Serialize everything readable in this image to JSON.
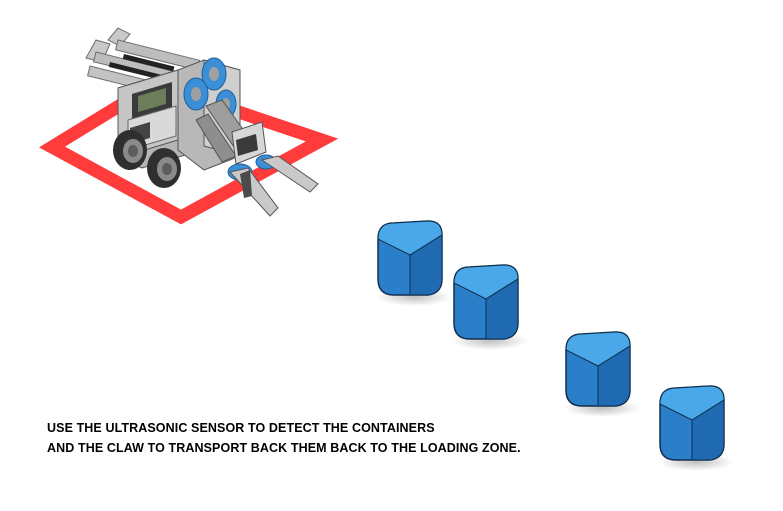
{
  "instructions": {
    "line1": "USE THE ULTRASONIC SENSOR TO DETECT THE CONTAINERS",
    "line2": "AND THE CLAW TO TRANSPORT BACK THEM BACK TO THE LOADING ZONE."
  },
  "colors": {
    "loading_zone_border": "#ff3b3b",
    "container_top": "#4aa8e8",
    "container_front": "#2b7fc9",
    "container_side": "#1f6ab0",
    "container_edge": "#0f2e4f",
    "robot_frame": "#a9a9a9",
    "robot_accent": "#3b8fd6",
    "wheel": "#333333"
  },
  "icons": {
    "robot": "robot-with-claw-icon",
    "container": "cube-container-icon",
    "zone": "loading-zone-outline"
  },
  "scene": {
    "container_count": 4
  }
}
